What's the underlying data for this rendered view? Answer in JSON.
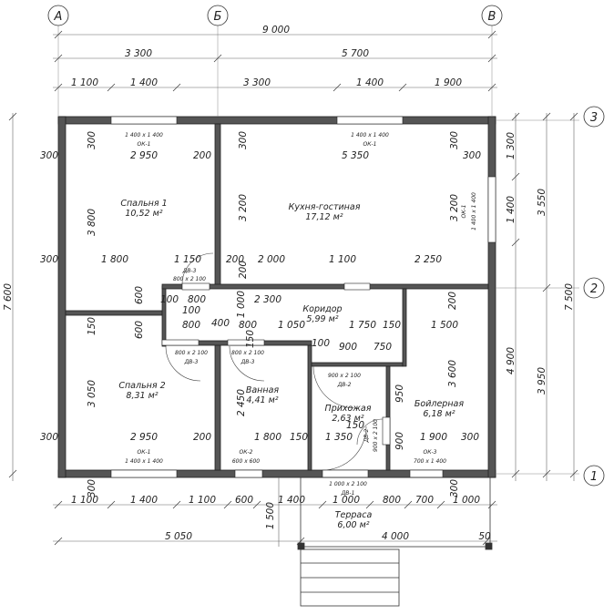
{
  "axes": {
    "letters": [
      "А",
      "Б",
      "В"
    ],
    "numbers": [
      "1",
      "2",
      "3"
    ]
  },
  "rooms": [
    {
      "name": "Спальня 1",
      "area": "10,52 м²"
    },
    {
      "name": "Кухня-гостиная",
      "area": "17,12 м²"
    },
    {
      "name": "Коридор",
      "area": "5,99 м²"
    },
    {
      "name": "Спальня 2",
      "area": "8,31 м²"
    },
    {
      "name": "Ванная",
      "area": "4,41 м²"
    },
    {
      "name": "Прихожая",
      "area": "2,63 м²"
    },
    {
      "name": "Бойлерная",
      "area": "6,18 м²"
    },
    {
      "name": "Терраса",
      "area": "6,00 м²"
    }
  ],
  "openings": {
    "windows": [
      {
        "mark": "ОК-1",
        "size": "1 400 x 1 400"
      },
      {
        "mark": "ОК-1",
        "size": "1 400 x 1 400"
      },
      {
        "mark": "ОК-1",
        "size": "1 400 x 1 400"
      },
      {
        "mark": "ОК-1",
        "size": "1 400 x 1 400"
      },
      {
        "mark": "ОК-2",
        "size": "600 x 600"
      },
      {
        "mark": "ОК-3",
        "size": "700 x 1 400"
      }
    ],
    "doors": [
      {
        "mark": "ДВ-3",
        "size": "800 x 2 100"
      },
      {
        "mark": "ДВ-3",
        "size": "800 x 2 100"
      },
      {
        "mark": "ДВ-3",
        "size": "800 x 2 100"
      },
      {
        "mark": "ДВ-2",
        "size": "900 x 2 100"
      },
      {
        "mark": "ДВ-2",
        "size": "900 x 2 100"
      },
      {
        "mark": "ДВ-1",
        "size": "1 000 x 2 100"
      }
    ]
  },
  "dimensions": {
    "top_overall": "9 000",
    "top_row2": [
      "3 300",
      "5 700"
    ],
    "top_row3": [
      "1 100",
      "1 400",
      "3 300",
      "1 400",
      "1 900"
    ],
    "right_inner": [
      "1 300",
      "1 400",
      "4 900"
    ],
    "right_mid": [
      "3 550",
      "3 950"
    ],
    "right_overall": "7 500",
    "left_overall": "7 600",
    "bottom_row1": [
      "1 100",
      "1 400",
      "1 100",
      "600",
      "1 400",
      "1 000",
      "800",
      "700",
      "1 000"
    ],
    "bottom_row2": [
      "5 050",
      "4 000",
      "50"
    ],
    "bottom_1500": "1 500",
    "internal": [
      "300",
      "2 950",
      "200",
      "3 800",
      "300",
      "1 800",
      "1 150",
      "600",
      "300",
      "300",
      "5 350",
      "300",
      "3 200",
      "3 200",
      "300",
      "200",
      "200",
      "2 000",
      "1 100",
      "2 250",
      "100",
      "800",
      "100",
      "1 000",
      "2 300",
      "800",
      "400",
      "800",
      "1 050",
      "1 750",
      "150",
      "600",
      "150",
      "100",
      "900",
      "750",
      "200",
      "1 500",
      "3 050",
      "300",
      "2 950",
      "200",
      "300",
      "150",
      "2 450",
      "1 800",
      "150",
      "950",
      "150",
      "1 350",
      "3 600",
      "900",
      "1 900",
      "300",
      "300"
    ]
  }
}
